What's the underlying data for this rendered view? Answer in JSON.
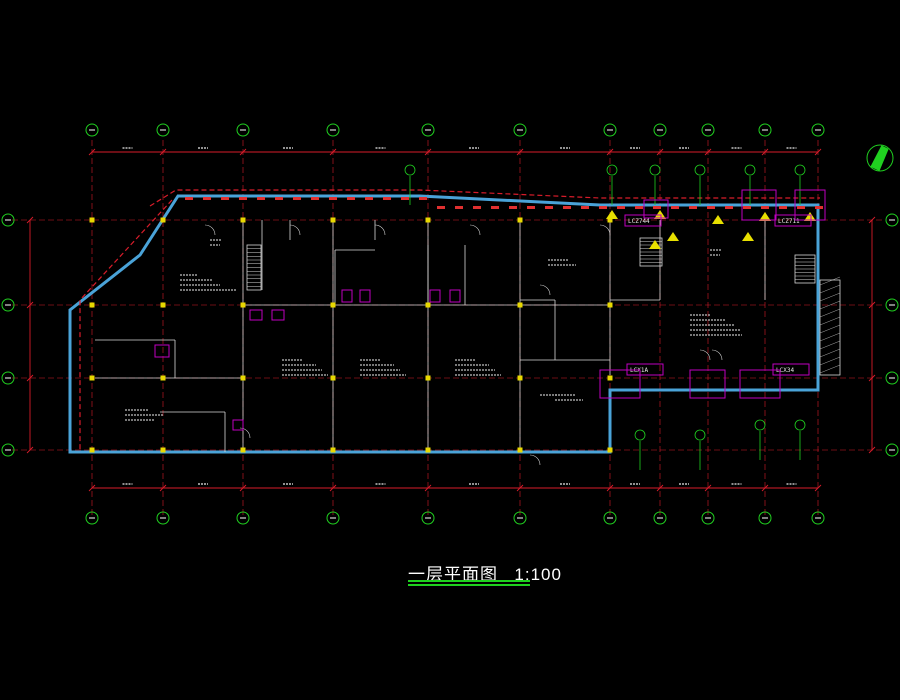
{
  "drawing": {
    "title": "一层平面图",
    "scale": "1:100"
  },
  "room_tags": [
    "LCZ744",
    "LCZ711",
    "LCX1A",
    "LCX34"
  ],
  "colors": {
    "background": "#000000",
    "wall": "#4aa3d8",
    "axis": "#d81c2a",
    "dimension": "#d81c2a",
    "grid_bubble": "#20d020",
    "leader": "#20d020",
    "tag_box": "#c000c0",
    "fixture": "#e8e000",
    "annotation": "#e8e8e8",
    "stair": "#d8d8d8",
    "title_underline": "#1fd11f"
  },
  "icons": [
    "north-arrow-icon",
    "grid-bubble-icon",
    "stair-icon",
    "door-swing-icon"
  ]
}
